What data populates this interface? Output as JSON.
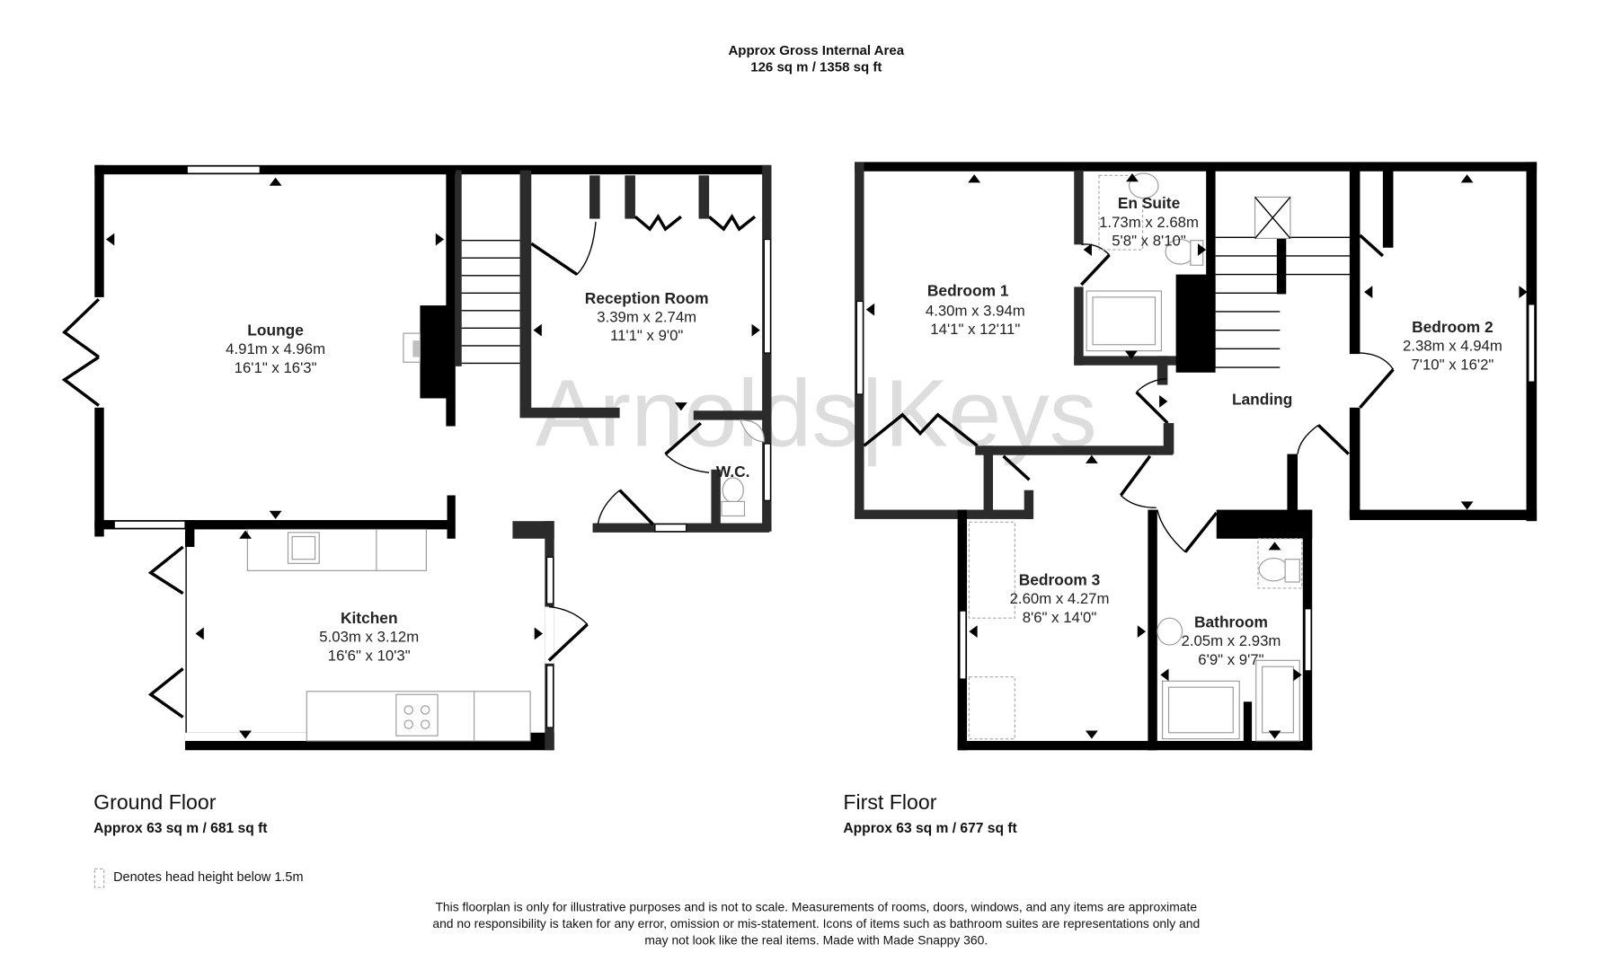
{
  "header": {
    "title": "Approx Gross Internal Area",
    "total_area": "126 sq m / 1358 sq ft"
  },
  "watermark": "Arnolds|Keys",
  "ground_floor": {
    "title": "Ground Floor",
    "area": "Approx 63 sq m / 681 sq ft",
    "rooms": {
      "lounge": {
        "name": "Lounge",
        "metric": "4.91m x 4.96m",
        "imperial": "16'1\" x 16'3\""
      },
      "reception": {
        "name": "Reception Room",
        "metric": "3.39m x 2.74m",
        "imperial": "11'1\" x 9'0\""
      },
      "wc": {
        "name": "W.C."
      },
      "kitchen": {
        "name": "Kitchen",
        "metric": "5.03m x 3.12m",
        "imperial": "16'6\" x 10'3\""
      }
    }
  },
  "first_floor": {
    "title": "First Floor",
    "area": "Approx 63 sq m / 677 sq ft",
    "rooms": {
      "bedroom1": {
        "name": "Bedroom 1",
        "metric": "4.30m x 3.94m",
        "imperial": "14'1\" x 12'11\""
      },
      "ensuite": {
        "name": "En Suite",
        "metric": "1.73m x 2.68m",
        "imperial": "5'8\" x 8'10\""
      },
      "landing": {
        "name": "Landing"
      },
      "bedroom2": {
        "name": "Bedroom 2",
        "metric": "2.38m x 4.94m",
        "imperial": "7'10\" x 16'2\""
      },
      "bedroom3": {
        "name": "Bedroom 3",
        "metric": "2.60m x 4.27m",
        "imperial": "8'6\" x 14'0\""
      },
      "bathroom": {
        "name": "Bathroom",
        "metric": "2.05m x 2.93m",
        "imperial": "6'9\" x 9'7\""
      }
    }
  },
  "legend": {
    "text": "Denotes head height below 1.5m"
  },
  "disclaimer": {
    "line1": "This floorplan is only for illustrative purposes and is not to scale. Measurements of rooms, doors, windows, and any items are approximate",
    "line2": "and no responsibility is taken for any error, omission or mis-statement. Icons of items such as bathroom suites are representations only and",
    "line3": "may not look like the real items. Made with Made Snappy 360."
  }
}
